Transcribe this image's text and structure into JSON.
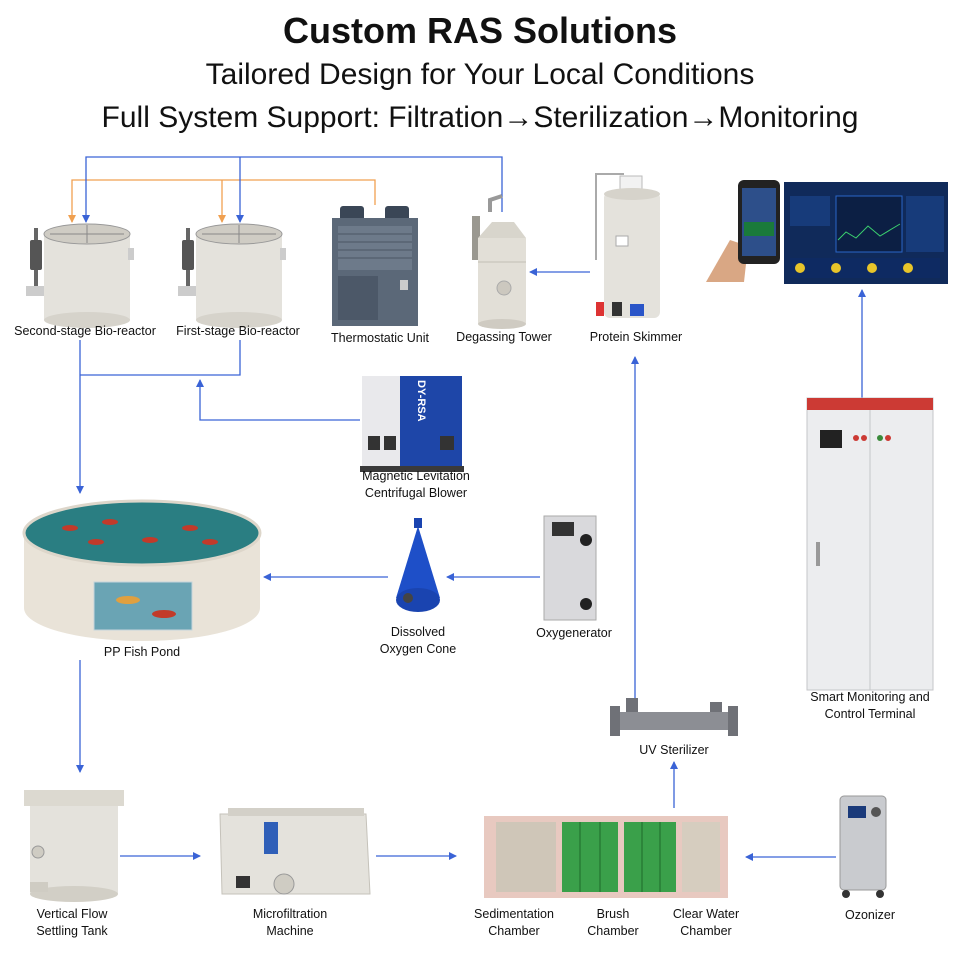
{
  "header": {
    "title": "Custom RAS Solutions",
    "subtitle": "Tailored Design for Your Local Conditions",
    "support_line": "Full System Support: Filtration→Sterilization→Monitoring"
  },
  "components": {
    "second_stage_bioreactor": [
      "Second-stage Bio-reactor"
    ],
    "first_stage_bioreactor": [
      "First-stage Bio-reactor"
    ],
    "thermostatic_unit": [
      "Thermostatic Unit"
    ],
    "degassing_tower": [
      "Degassing Tower"
    ],
    "protein_skimmer": [
      "Protein Skimmer"
    ],
    "blower": [
      "Magnetic Levitation",
      "Centrifugal Blower"
    ],
    "blower_brand": "DY-RSA",
    "fish_pond": [
      "PP Fish Pond"
    ],
    "oxygen_cone": [
      "Dissolved",
      "Oxygen Cone"
    ],
    "oxygenerator": [
      "Oxygenerator"
    ],
    "control_terminal": [
      "Smart Monitoring and",
      "Control Terminal"
    ],
    "uv_sterilizer": [
      "UV Sterilizer"
    ],
    "settling_tank": [
      "Vertical Flow",
      "Settling Tank"
    ],
    "microfiltration": [
      "Microfiltration",
      "Machine"
    ],
    "sedimentation": [
      "Sedimentation",
      "Chamber"
    ],
    "brush": [
      "Brush",
      "Chamber"
    ],
    "clear_water": [
      "Clear Water",
      "Chamber"
    ],
    "ozonizer": [
      "Ozonizer"
    ]
  },
  "colors": {
    "flow_line": "#3a63d6",
    "heat_line": "#f0a050",
    "equipment_gray": "#e4e2dc",
    "panel_blue": "#1e46a8"
  }
}
